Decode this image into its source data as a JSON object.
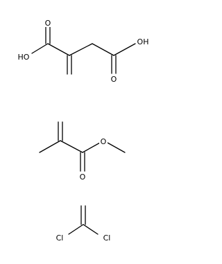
{
  "molecules": [
    {
      "atoms": [
        {
          "id": "o1",
          "symbol": "O"
        },
        {
          "id": "o2",
          "symbol": "HO"
        },
        {
          "id": "o3",
          "symbol": "OH"
        },
        {
          "id": "o4",
          "symbol": "O"
        }
      ]
    },
    {
      "atoms": [
        {
          "id": "o5",
          "symbol": "O"
        },
        {
          "id": "o6",
          "symbol": "O"
        }
      ]
    },
    {
      "atoms": [
        {
          "id": "cl1",
          "symbol": "Cl"
        },
        {
          "id": "cl2",
          "symbol": "Cl"
        }
      ]
    }
  ]
}
